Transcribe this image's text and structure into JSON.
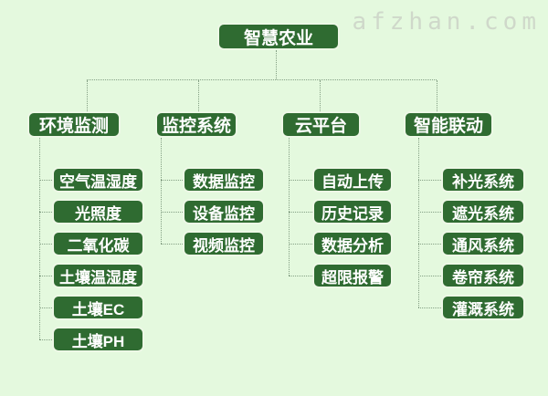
{
  "watermark": "afzhan.com",
  "colors": {
    "background": "#e4f9de",
    "node_fill": "#2f6b31",
    "node_border": "#edf8e6",
    "node_text": "#ffffff",
    "connector": "#84a084",
    "watermark_text": "#cfd8ca"
  },
  "tree": {
    "root": "智慧农业",
    "branches": [
      {
        "label": "环境监测",
        "children": [
          "空气温湿度",
          "光照度",
          "二氧化碳",
          "土壤温湿度",
          "土壤EC",
          "土壤PH"
        ]
      },
      {
        "label": "监控系统",
        "children": [
          "数据监控",
          "设备监控",
          "视频监控"
        ]
      },
      {
        "label": "云平台",
        "children": [
          "自动上传",
          "历史记录",
          "数据分析",
          "超限报警"
        ]
      },
      {
        "label": "智能联动",
        "children": [
          "补光系统",
          "遮光系统",
          "通风系统",
          "卷帘系统",
          "灌溉系统"
        ]
      }
    ]
  }
}
